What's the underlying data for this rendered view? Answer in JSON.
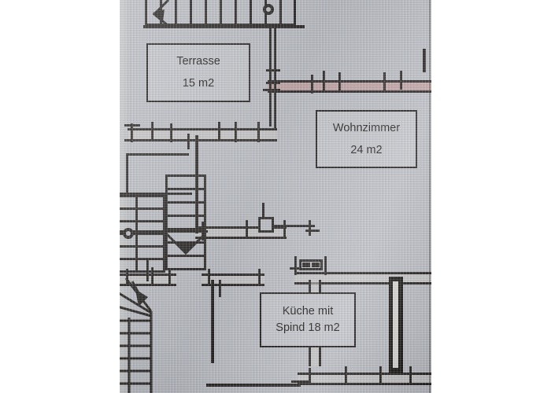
{
  "document": {
    "type": "architectural-floor-plan",
    "medium": "photographed paper drawing",
    "language": "de",
    "background_color": "#b9bcc3",
    "ink_color": "#1d1a18",
    "accent_wall_color": "#c48886"
  },
  "rooms": [
    {
      "id": "terrasse",
      "name": "Terrasse",
      "area_label": "15 m2",
      "area_value": 15,
      "unit": "m2"
    },
    {
      "id": "wohnzimmer",
      "name": "Wohnzimmer",
      "area_label": "24 m2",
      "area_value": 24,
      "unit": "m2"
    },
    {
      "id": "kueche",
      "name": "Küche mit",
      "name_line2": "Spind 18 m2",
      "area_label": "18 m2",
      "area_value": 18,
      "unit": "m2"
    }
  ],
  "symbols": {
    "stair_top": "staircase-straight-run",
    "stair_middle": "staircase-straight-run",
    "stair_bottom": "staircase-winder",
    "node_marker": "dimension-node",
    "column": "column-symbol",
    "window": "window-opening",
    "pier": "shaft-pier"
  }
}
